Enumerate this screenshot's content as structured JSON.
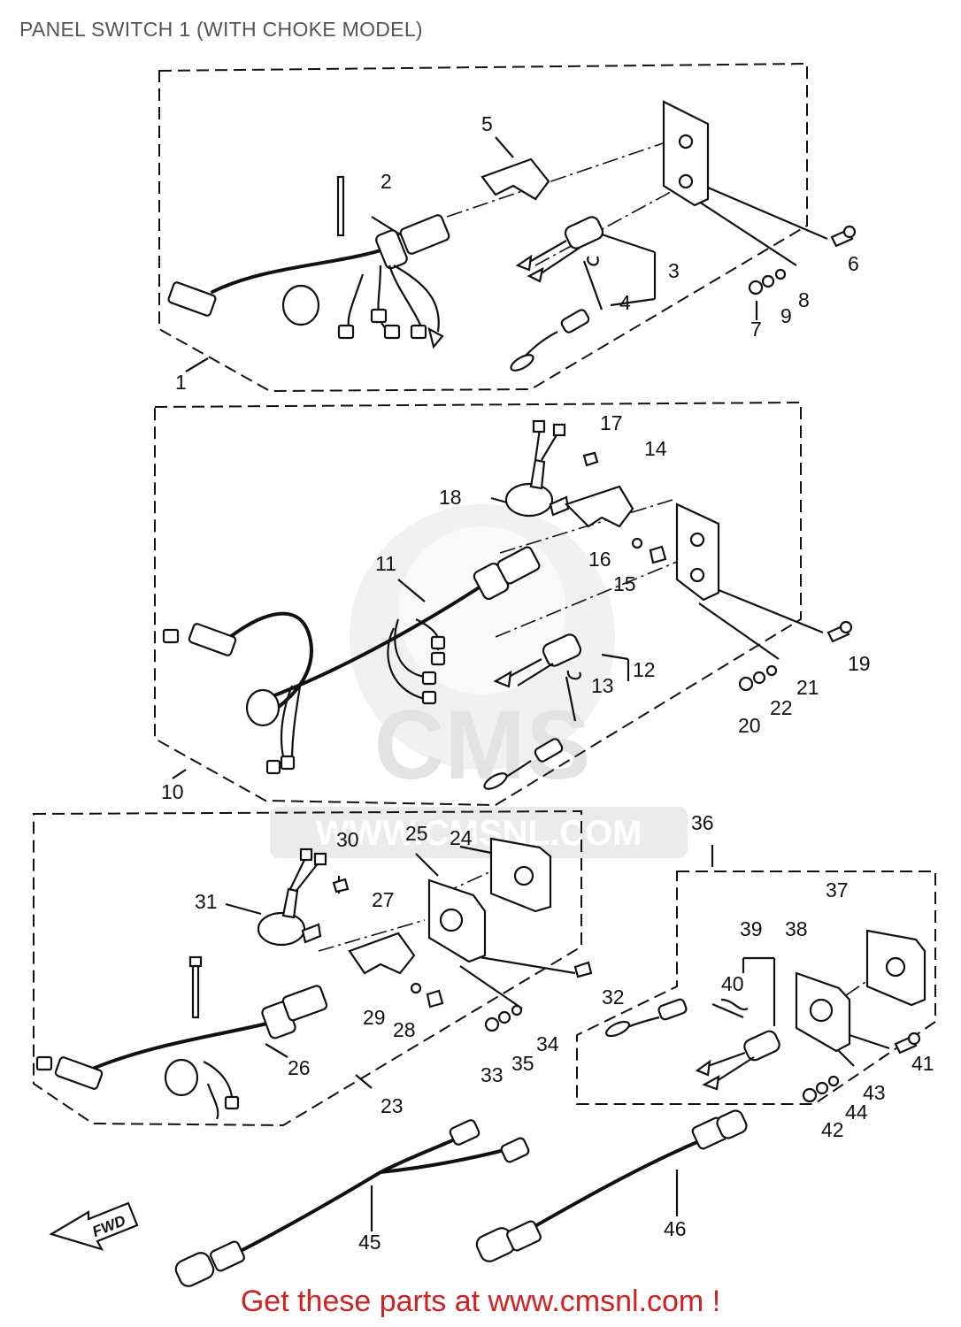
{
  "title": "PANEL SWITCH 1 (WITH CHOKE MODEL)",
  "footer": "Get these parts at www.cmsnl.com !",
  "watermark": {
    "logo_text": "CMS",
    "url_text": "WWW.CMSNL.COM"
  },
  "fwd_label": "FWD",
  "colors": {
    "footer": "#d32020",
    "title": "#555555",
    "watermark": "#e3e3e3"
  },
  "labels": {
    "n1": "1",
    "n2": "2",
    "n3": "3",
    "n4": "4",
    "n5": "5",
    "n6": "6",
    "n7": "7",
    "n8": "8",
    "n9": "9",
    "n10": "10",
    "n11": "11",
    "n12": "12",
    "n13": "13",
    "n14": "14",
    "n15": "15",
    "n16": "16",
    "n17": "17",
    "n18": "18",
    "n19": "19",
    "n20": "20",
    "n21": "21",
    "n22": "22",
    "n23": "23",
    "n24": "24",
    "n25": "25",
    "n26": "26",
    "n27": "27",
    "n28": "28",
    "n29": "29",
    "n30": "30",
    "n31": "31",
    "n32": "32",
    "n33": "33",
    "n34": "34",
    "n35": "35",
    "n36": "36",
    "n37": "37",
    "n38": "38",
    "n39": "39",
    "n40": "40",
    "n41": "41",
    "n42": "42",
    "n43": "43",
    "n44": "44",
    "n45": "45",
    "n46": "46"
  }
}
